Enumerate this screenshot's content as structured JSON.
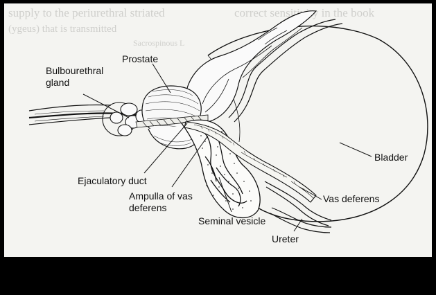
{
  "figure": {
    "colors": {
      "frame": "#000000",
      "paper": "#f4f4f1",
      "ink": "#111111",
      "show_through": "#c9c9c6"
    },
    "labels": {
      "bulbourethral_gland": [
        "Bulbourethral",
        "gland"
      ],
      "prostate": "Prostate",
      "ejaculatory_duct": "Ejaculatory duct",
      "ampulla": [
        "Ampulla of vas",
        "deferens"
      ],
      "seminal_vesicle": "Seminal vesicle",
      "ureter": "Ureter",
      "vas_deferens": "Vas deferens",
      "bladder": "Bladder"
    },
    "show_through_text": {
      "top_left": "supply to the periurethral striated",
      "top_right": "correct sensitivity in the book",
      "line3": "(ygeus) that is transmitted",
      "line4": "Sacrospinous L"
    }
  }
}
